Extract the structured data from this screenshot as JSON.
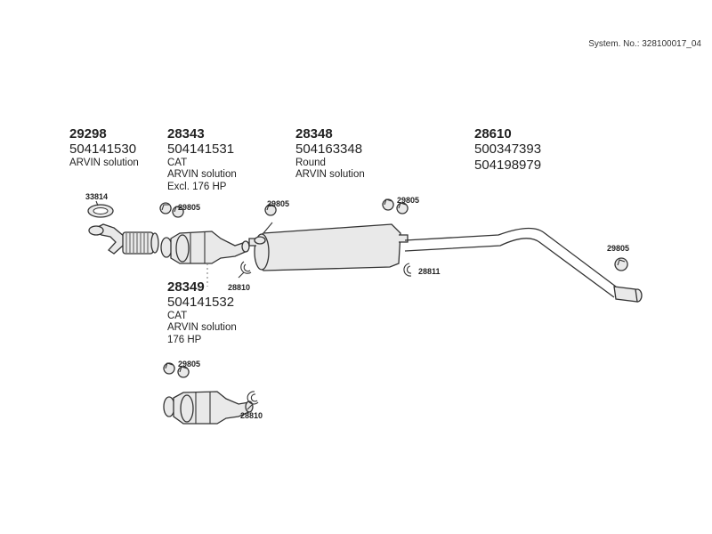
{
  "system_number": "System. No.: 328100017_04",
  "labels": [
    {
      "id": "29298",
      "number": "29298",
      "oem": [
        "504141530"
      ],
      "notes": [
        "ARVIN solution"
      ]
    },
    {
      "id": "28343",
      "number": "28343",
      "oem": [
        "504141531"
      ],
      "notes": [
        "CAT",
        "ARVIN solution",
        "Excl. 176 HP"
      ]
    },
    {
      "id": "28348",
      "number": "28348",
      "oem": [
        "504163348"
      ],
      "notes": [
        "Round",
        "ARVIN solution"
      ]
    },
    {
      "id": "28610",
      "number": "28610",
      "oem": [
        "500347393",
        "504198979"
      ],
      "notes": []
    },
    {
      "id": "28349",
      "number": "28349",
      "oem": [
        "504141532"
      ],
      "notes": [
        "CAT",
        "ARVIN solution",
        "176 HP"
      ]
    }
  ],
  "part_tags": {
    "gasket": "33814",
    "clamp_cat_upper": "29805",
    "clamp_cat_lower": "29805",
    "clamp_muffler_inlet": "29805",
    "clamp_muffler_outlet": "29805",
    "clamp_tailpipe": "29805",
    "ring_cat_upper": "28810",
    "ring_cat_lower": "28810",
    "ring_muffler_outlet": "28811"
  }
}
